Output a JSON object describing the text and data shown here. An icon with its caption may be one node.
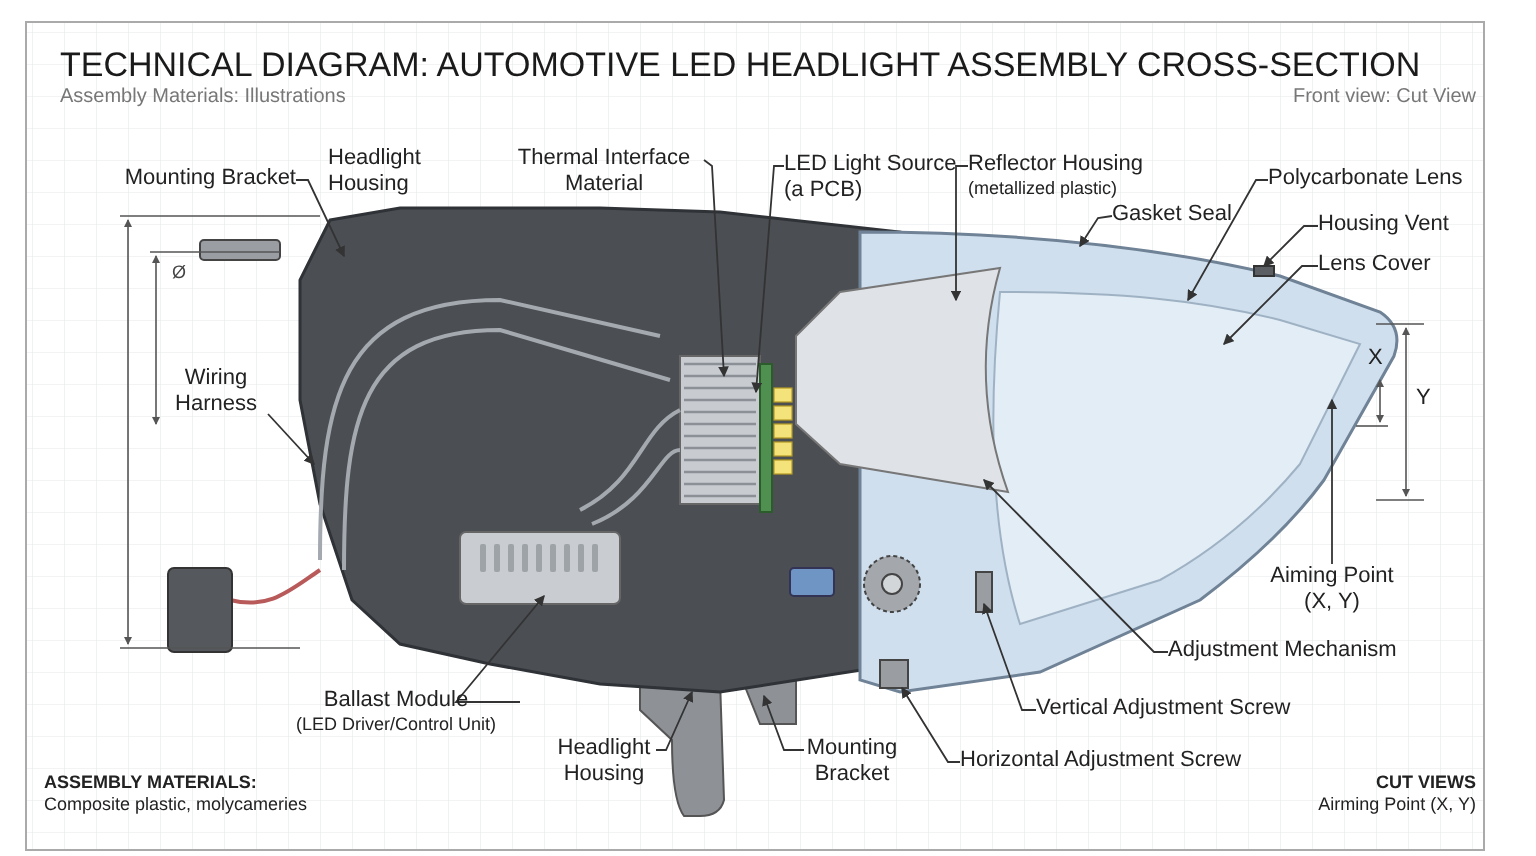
{
  "diagram": {
    "title": "TECHNICAL DIAGRAM: AUTOMOTIVE LED HEADLIGHT ASSEMBLY CROSS-SECTION",
    "nodes": [
      {
        "text": [
          "Mounting Bracket"
        ]
      },
      {
        "text": [
          "Thermal Interface Material"
        ]
      },
      {
        "text": [
          "LED Light Source",
          "(a PCB)"
        ]
      },
      {
        "text": [
          "Reflector Housing",
          "(metallized plastic)"
        ]
      },
      {
        "text": [
          "Gasket Seal"
        ]
      },
      {
        "text": [
          "Polycarbonate Lens"
        ]
      },
      {
        "text": [
          "Housing Vent"
        ]
      },
      {
        "text": [
          "Lens Cover"
        ]
      },
      {
        "text": [
          "Wiring Harness"
        ]
      },
      {
        "text": [
          "Aiming Point (X, Y)"
        ]
      },
      {
        "text": [
          "Adjustment Mechanism"
        ]
      },
      {
        "text": [
          "Vertical Adjustment Screw"
        ]
      },
      {
        "text": [
          "Horizontal Adjustment Screw"
        ]
      },
      {
        "text": [
          "Ballast Module",
          "(LED Driver/Control Unit)"
        ]
      },
      {
        "text": [
          "Headlight Housing"
        ]
      },
      {
        "text": [
          "Mounting Bracket"
        ]
      },
      {
        "text": [],
        "shape": "box"
      },
      {
        "text": [],
        "shape": "box"
      }
    ],
    "edges": [
      {
        "from": 0,
        "to": null,
        "arrow": "to"
      },
      {
        "from": 1,
        "to": null,
        "arrow": "to"
      },
      {
        "from": 2,
        "to": null,
        "arrow": "to"
      },
      {
        "from": 3,
        "to": null,
        "arrow": "to"
      },
      {
        "from": 4,
        "to": null,
        "arrow": "to"
      },
      {
        "from": 5,
        "to": null,
        "arrow": "to"
      },
      {
        "from": 6,
        "to": 16,
        "arrow": "to"
      },
      {
        "from": 7,
        "to": null,
        "arrow": "to"
      },
      {
        "from": 8,
        "to": null,
        "arrow": "to"
      },
      {
        "from": 9,
        "to": null,
        "arrow": "to"
      },
      {
        "from": 10,
        "to": null,
        "arrow": "to"
      },
      {
        "from": 11,
        "to": null,
        "arrow": "to"
      },
      {
        "from": 12,
        "to": 17,
        "arrow": "to"
      },
      {
        "from": 13,
        "to": null,
        "arrow": "to"
      },
      {
        "from": 14,
        "to": null,
        "arrow": "to"
      },
      {
        "from": 15,
        "to": null,
        "arrow": "to"
      }
    ],
    "labels": [
      "Assembly Materials: Illustrations",
      "Front view: Cut View",
      "Headlight Housing",
      "Ø",
      "X",
      "Y",
      "ASSEMBLY MATERIALS:",
      "Composite plastic, molycameries",
      "CUT VIEWS",
      "Airming Point (X, Y)"
    ]
  }
}
